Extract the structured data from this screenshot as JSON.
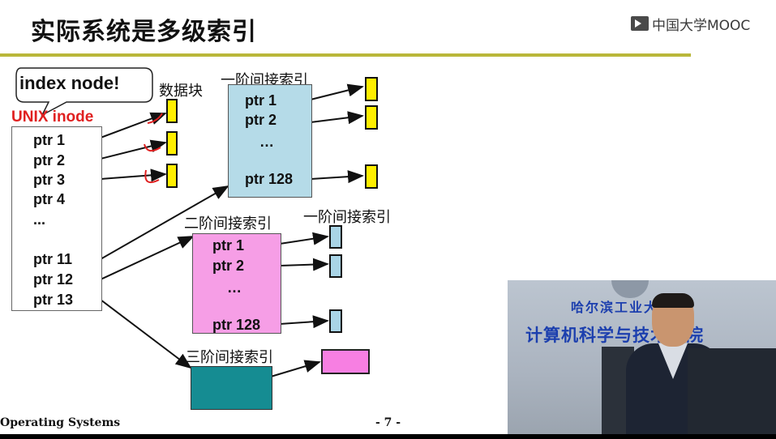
{
  "slide": {
    "title": "实际系统是多级索引",
    "footer_course": "Operating Systems",
    "footer_page": "- 7 -"
  },
  "logo": {
    "text": "中国大学MOOC",
    "icon": "mooc-play-icon"
  },
  "callout": {
    "text": "index node!"
  },
  "labels": {
    "data_block": "数据块",
    "inode": "UNIX inode",
    "level1_top": "一阶间接索引",
    "level2": "二阶间接索引",
    "level1_right": "一阶间接索引",
    "level3": "三阶间接索引"
  },
  "inode_rows": [
    "ptr 1",
    "ptr 2",
    "ptr 3",
    "ptr 4",
    "...",
    "ptr 11",
    "ptr 12",
    "ptr 13"
  ],
  "level1_table": [
    "ptr 1",
    "ptr 2",
    "…",
    "ptr 128"
  ],
  "level2_table": [
    "ptr 1",
    "ptr 2",
    "…",
    "ptr 128"
  ],
  "video": {
    "university": "哈尔滨工业大",
    "school": "计算机科学与技术学院"
  },
  "colors": {
    "title_rule": "#b9b73a",
    "inode_title": "#e02020",
    "data_block": "#ffee00",
    "level1_table": "#b5dbe8",
    "level2_table": "#f69ee6",
    "level3_table": "#158c92",
    "annotation": "#e02020"
  }
}
